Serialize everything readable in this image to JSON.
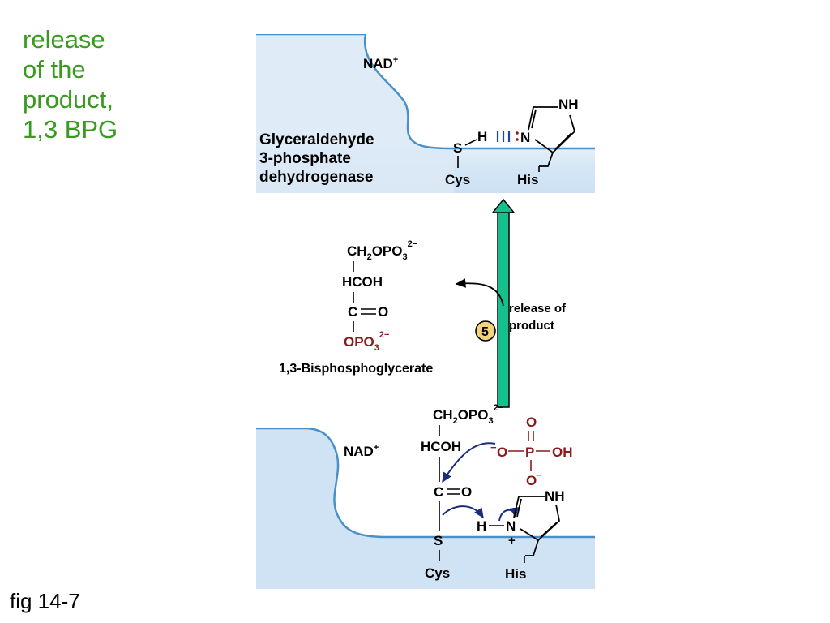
{
  "slide": {
    "title_lines": [
      "release",
      "of the",
      "product,",
      "1,3 BPG"
    ],
    "caption": "fig 14-7"
  },
  "figure": {
    "top": {
      "nad": "NAD",
      "nad_sup": "+",
      "enzyme_lines": [
        "Glyceraldehyde",
        "3-phosphate",
        "dehydrogenase"
      ],
      "s": "S",
      "h": "H",
      "n": "N",
      "nh": "NH",
      "cys": "Cys",
      "his": "His"
    },
    "middle": {
      "product_name": "1,3-Bisphosphoglycerate",
      "step_number": "5",
      "step_lines": [
        "release of",
        "product"
      ]
    },
    "bottom": {
      "nad": "NAD",
      "nad_sup": "+",
      "hcoh": "HCOH",
      "c": "C",
      "o": "O",
      "s": "S",
      "h": "H",
      "n": "N",
      "nh": "NH",
      "p": "P",
      "oh": "OH",
      "plus": "+",
      "cys": "Cys",
      "his": "His"
    },
    "colors": {
      "membrane": "#cfe3f4",
      "membrane_edge": "#4a90c8",
      "arrow_fill": "#14c08c",
      "phosphate": "#8b1a1a",
      "curved_arrow": "#1a2c7a",
      "step_badge": "#f4d47a"
    }
  }
}
